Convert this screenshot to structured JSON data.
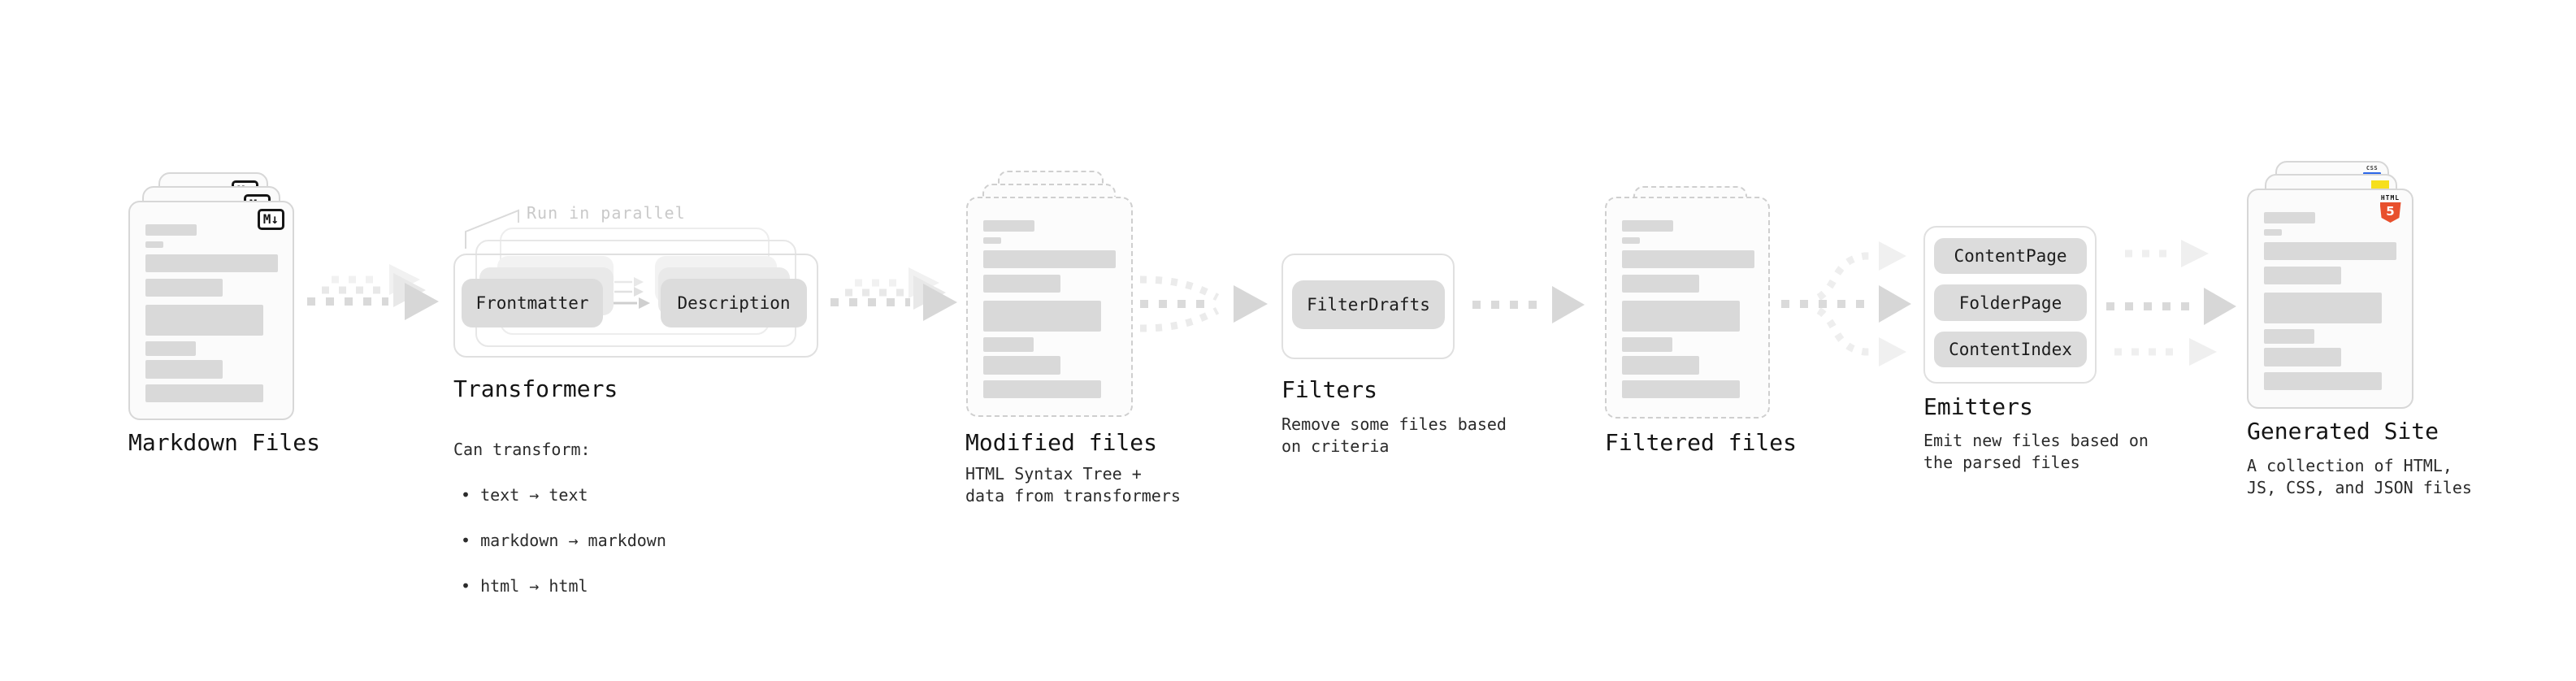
{
  "diagram": {
    "markdown_files": {
      "label": "Markdown Files",
      "badge": "M↓"
    },
    "transformers": {
      "note": "Run in parallel",
      "pill_left": "Frontmatter",
      "pill_right": "Description",
      "label": "Transformers",
      "caption_title": "Can transform:",
      "bullets": [
        "• text → text",
        "• markdown → markdown",
        "• html → html"
      ]
    },
    "modified_files": {
      "label": "Modified files",
      "caption": "HTML Syntax Tree +\ndata from transformers"
    },
    "filters": {
      "pill": "FilterDrafts",
      "label": "Filters",
      "caption": "Remove some files based\non criteria"
    },
    "filtered_files": {
      "label": "Filtered files"
    },
    "emitters": {
      "pills": [
        "ContentPage",
        "FolderPage",
        "ContentIndex"
      ],
      "label": "Emitters",
      "caption": "Emit new files based on\nthe parsed files"
    },
    "generated_site": {
      "label": "Generated Site",
      "caption": "A collection of HTML,\nJS, CSS, and JSON files",
      "css_badge": "CSS",
      "html_badge_top": "HTML",
      "html_badge_number": "5"
    }
  },
  "colors": {
    "arrow_main": "#d7d7d7",
    "arrow_ghost": "#ededed",
    "pill_fill": "#dcdcdc",
    "card_border": "#d7d7d7",
    "html5_orange": "#e8502d",
    "js_yellow": "#f6df1d",
    "css_blue": "#2c66e8"
  }
}
